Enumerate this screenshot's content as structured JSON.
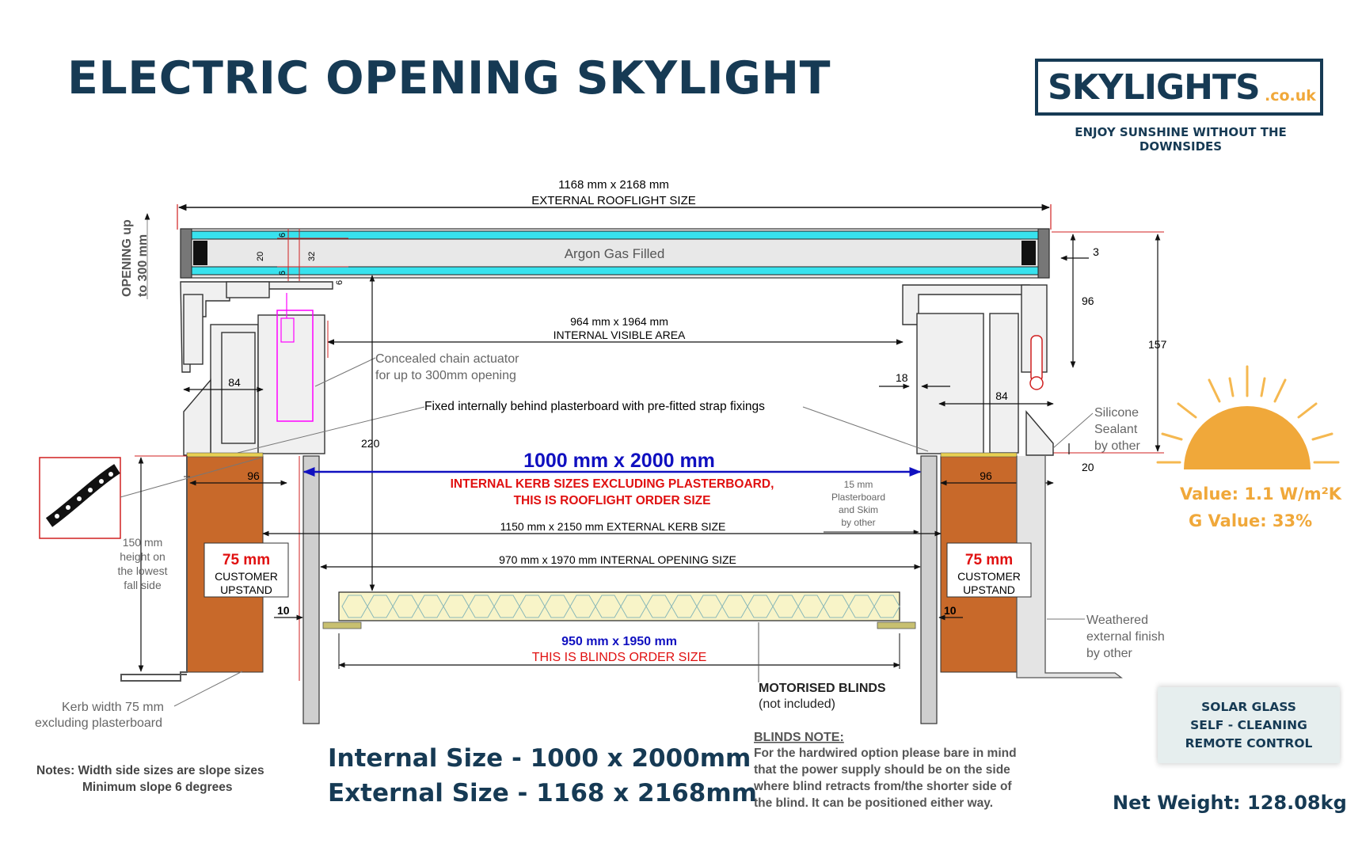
{
  "title": "ELECTRIC OPENING SKYLIGHT",
  "logo": {
    "word": "SKYLIGHTS",
    "suffix": ".co.uk",
    "tagline": "ENJOY SUNSHINE WITHOUT THE DOWNSIDES"
  },
  "diagram": {
    "external_rooflight": [
      "1168 mm x 2168 mm",
      "EXTERNAL ROOFLIGHT SIZE"
    ],
    "opening": [
      "OPENING up",
      "to 300 mm"
    ],
    "argon": "Argon Gas Filled",
    "glass_dims": {
      "d6a": "6",
      "d20": "20",
      "d32": "32",
      "d6b": "6",
      "d6c": "6"
    },
    "dim_3": "3",
    "dim_96_right": "96",
    "dim_157": "157",
    "internal_visible": [
      "964 mm x 1964 mm",
      "INTERNAL VISIBLE AREA"
    ],
    "actuator": [
      "Concealed chain actuator",
      "for up to 300mm opening"
    ],
    "dim_84_left": "84",
    "dim_84_right": "84",
    "dim_18": "18",
    "fixed_note": "Fixed internally behind plasterboard with pre-fitted strap fixings",
    "dim_220": "220",
    "silicone": [
      "Silicone",
      "Sealant",
      "by other"
    ],
    "dim_20": "20",
    "main_size": "1000 mm x 2000 mm",
    "kerb_note": [
      "INTERNAL KERB SIZES EXCLUDING PLASTERBOARD,",
      "THIS IS ROOFLIGHT ORDER SIZE"
    ],
    "dim_96_kerb_left": "96",
    "dim_96_kerb_right": "96",
    "plasterboard": [
      "15 mm",
      "Plasterboard",
      "and Skim",
      "by other"
    ],
    "height_note": [
      "150 mm",
      "height on",
      "the lowest",
      "fall side"
    ],
    "external_kerb": "1150 mm x 2150 mm EXTERNAL KERB SIZE",
    "internal_opening": "970 mm x 1970 mm INTERNAL OPENING SIZE",
    "upstand": [
      "75 mm",
      "CUSTOMER",
      "UPSTAND"
    ],
    "dim_10": "10",
    "blinds_size": "950 mm x 1950 mm",
    "blinds_order": "THIS IS BLINDS ORDER SIZE",
    "weathered": [
      "Weathered",
      "external finish",
      "by other"
    ],
    "motorised": [
      "MOTORISED BLINDS",
      "(not included)"
    ],
    "kerb_width": [
      "Kerb width 75 mm",
      "excluding plasterboard"
    ],
    "notes": [
      "Notes: Width side sizes are slope sizes",
      "Minimum slope 6 degrees"
    ],
    "blinds_note_title": "BLINDS NOTE:",
    "blinds_note": [
      "For the hardwired option please bare in mind",
      "that the power supply should be on the side",
      "where blind retracts from/the shorter side of",
      "the blind. It can be positioned either way."
    ]
  },
  "sizes": {
    "internal": "Internal Size  - 1000 x 2000mm",
    "external": "External Size - 1168 x 2168mm"
  },
  "specs": {
    "u_value": "Value: 1.1 W/m²K",
    "g_value": "G Value: 33%"
  },
  "features": [
    "SOLAR GLASS",
    "SELF - CLEANING",
    "REMOTE CONTROL"
  ],
  "net_weight": "Net Weight: 128.08kg",
  "colors": {
    "brand": "#163a54",
    "accent": "#f0a83a",
    "kerb": "#c8692a",
    "glass": "#38e2ee",
    "dim_blue": "#1010c0",
    "dim_red": "#e01010"
  }
}
